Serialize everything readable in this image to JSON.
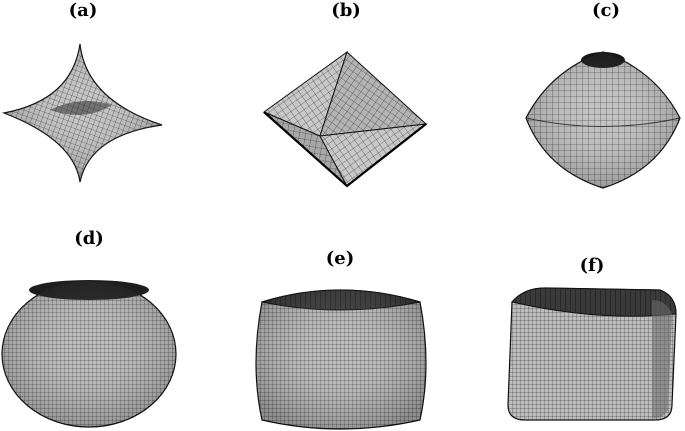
{
  "figure": {
    "panels": [
      {
        "id": "a",
        "label": "(a)",
        "shape": "astroid-superellipsoid"
      },
      {
        "id": "b",
        "label": "(b)",
        "shape": "octahedron"
      },
      {
        "id": "c",
        "label": "(c)",
        "shape": "rounded-octahedron"
      },
      {
        "id": "d",
        "label": "(d)",
        "shape": "ellipsoid"
      },
      {
        "id": "e",
        "label": "(e)",
        "shape": "rounded-cuboid"
      },
      {
        "id": "f",
        "label": "(f)",
        "shape": "near-cube"
      }
    ],
    "colors": {
      "surface": "#bdbdbd",
      "grid": "#1a1a1a",
      "label": "#000000"
    }
  }
}
